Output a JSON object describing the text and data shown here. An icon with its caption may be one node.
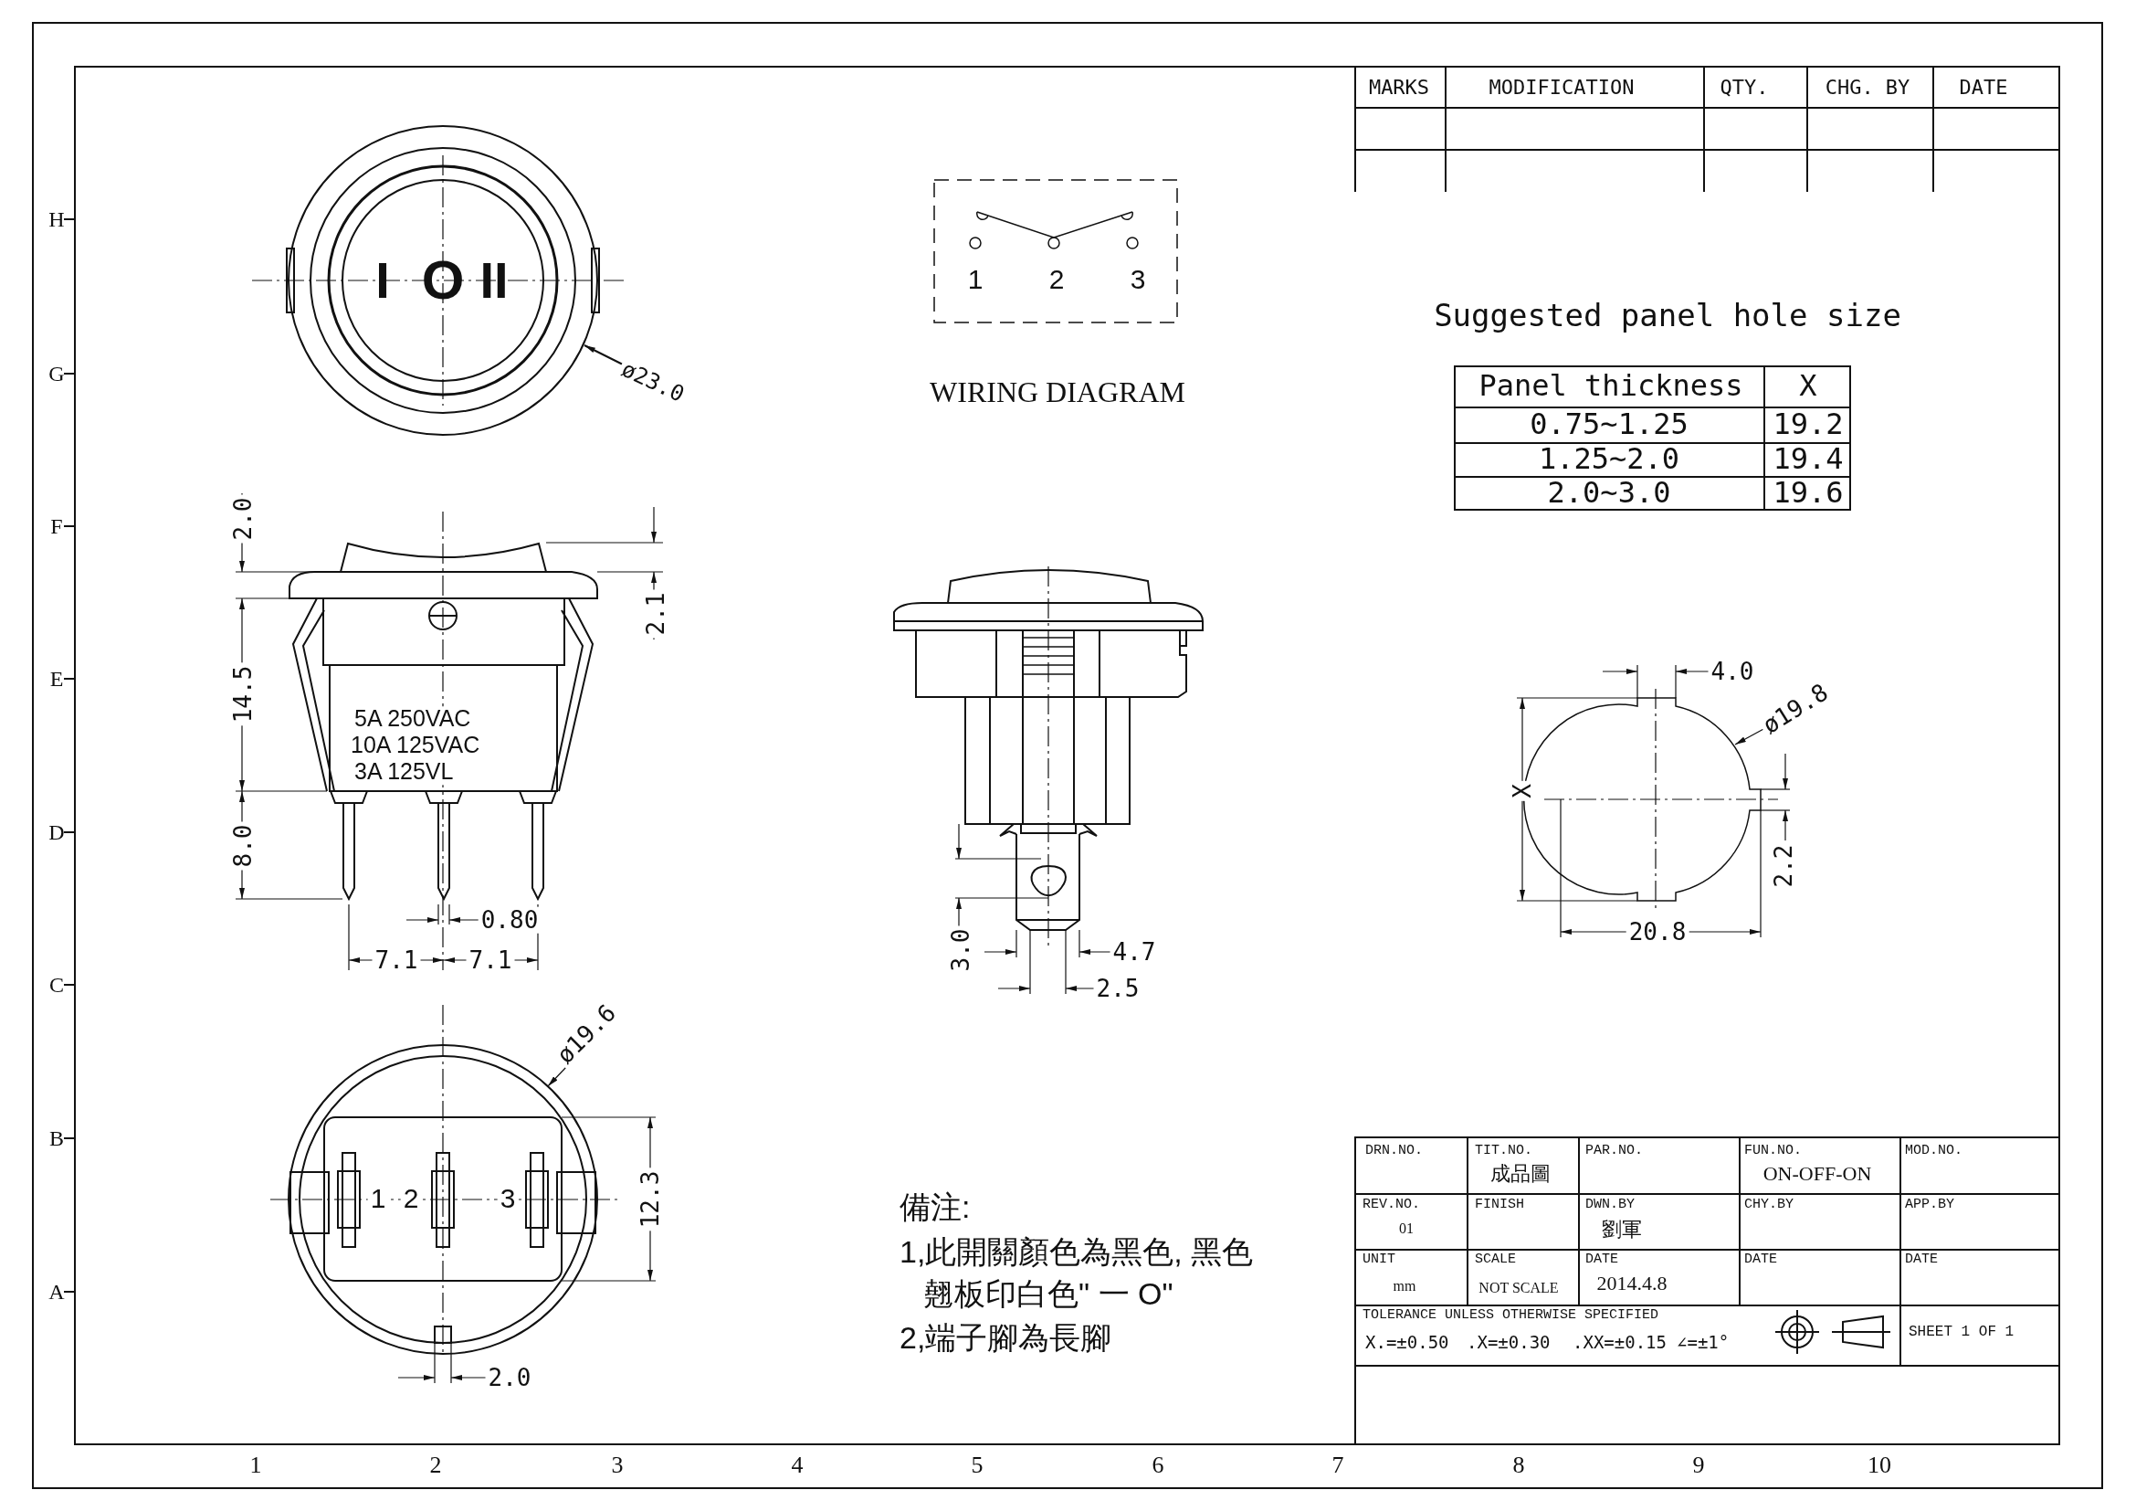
{
  "diagram": {
    "labels": [
      "MARKS",
      "MODIFICATION",
      "QTY.",
      "CHG.  BY",
      "DATE",
      "H",
      "I",
      "O",
      "II",
      "1",
      "2",
      "3",
      "ø23.0",
      "G",
      "WIRING  DIAGRAM",
      "Suggested panel hole size",
      "Panel thickness",
      "X",
      "0.75~1.25",
      "19.2",
      "1.25~2.0",
      "19.4",
      "2.0~3.0",
      "19.6",
      "F",
      "2.0",
      "2.1",
      "E",
      "14.5",
      "5A 250VAC",
      "10A 125VAC",
      "3A 125VL",
      "4.0",
      "ø19.8",
      "X",
      "D",
      "8.0",
      "2.2",
      "0.80",
      "3.0",
      "4.7",
      "20.8",
      "7.1",
      "7.1",
      "C",
      "2.5",
      "ø19.6",
      "B",
      "1",
      "2",
      "3",
      "12.3",
      "備注:",
      "1,此開關顏色為黑色, 黑色翹板印白色\" 一 O\"",
      "2,端子腳為長腳",
      "A",
      "2.0",
      "DRN.NO.",
      "TIT.NO.",
      "成品圖",
      "PAR.NO.",
      "FUN.NO.",
      "ON-OFF-ON",
      "MOD.NO.",
      "REV.NO.",
      "01",
      "FINISH",
      "DWN.BY",
      "劉軍",
      "CHY.BY",
      "APP.BY",
      "UNIT",
      "mm",
      "SCALE",
      "NOT SCALE",
      "DATE",
      "2014.4.8",
      "DATE",
      "DATE",
      "TOLERANCE  UNLESS  OTHERWISE  SPECIFIED",
      "X.=±0.50",
      ".X=±0.30",
      ".XX=±0.15",
      "∠=±1°",
      "SHEET 1 OF 1",
      "1",
      "2",
      "3",
      "4",
      "5",
      "6",
      "7",
      "8",
      "9",
      "10"
    ]
  }
}
